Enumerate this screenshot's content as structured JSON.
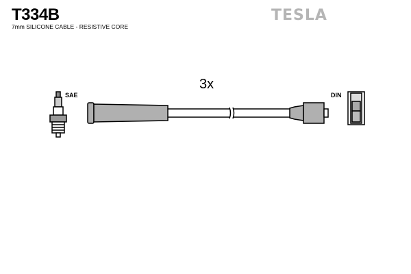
{
  "header": {
    "code": "T334B",
    "subtitle": "7mm SILICONE CABLE - RESISTIVE CORE",
    "brand": "TESLA"
  },
  "diagram": {
    "quantity": "3x",
    "left_connector": "SAE",
    "right_connector": "DIN"
  },
  "colors": {
    "boot_fill": "#b0b0b0",
    "brand_gray": "#b5b5b5"
  }
}
